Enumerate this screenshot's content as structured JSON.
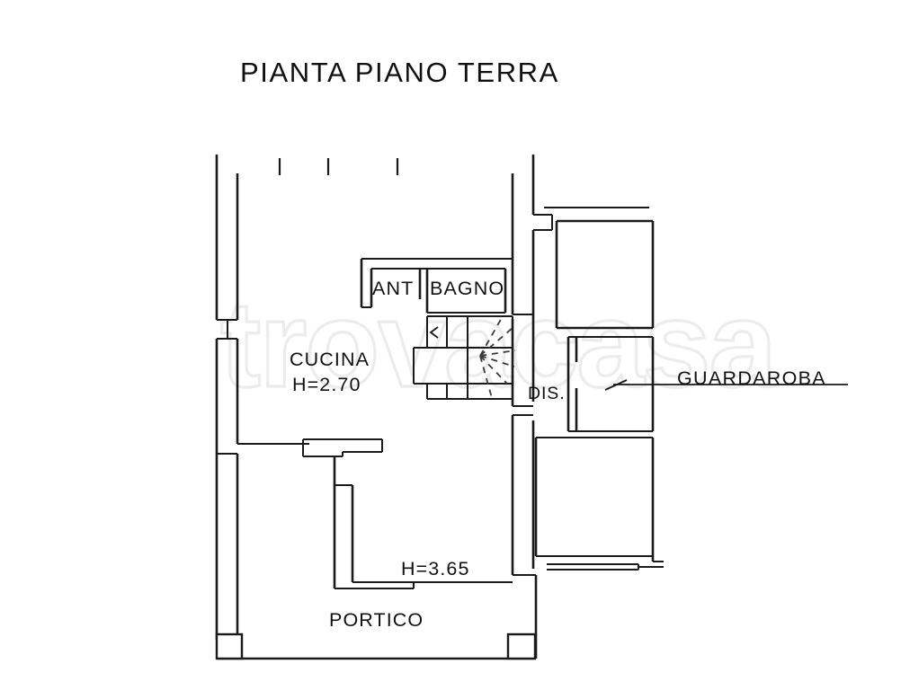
{
  "document": {
    "title": "PIANTA PIANO TERRA",
    "type": "floor-plan",
    "language": "it"
  },
  "watermark": {
    "text": "trovacasa",
    "color": "#ececec"
  },
  "colors": {
    "wall": "#1a1a1a",
    "text": "#111111",
    "background": "#ffffff",
    "watermark": "#ececec"
  },
  "rooms": [
    {
      "id": "cucina",
      "label": "CUCINA",
      "height_note": "H=2.70"
    },
    {
      "id": "ant",
      "label": "ANT",
      "height_note": ""
    },
    {
      "id": "bagno",
      "label": "BAGNO",
      "height_note": ""
    },
    {
      "id": "dis",
      "label": "DIS.",
      "height_note": ""
    },
    {
      "id": "portico",
      "label": "PORTICO",
      "height_note": "H=3.65"
    }
  ],
  "labels": {
    "cucina": "CUCINA",
    "cucina_height": "H=2.70",
    "ant": "ANT",
    "bagno": "BAGNO",
    "dis": "DIS.",
    "guardaroba": "GUARDAROBA",
    "portico": "PORTICO",
    "portico_height": "H=3.65"
  },
  "callouts": [
    {
      "id": "guardaroba",
      "label": "GUARDAROBA",
      "leader": "line-with-arrow-pointing-left"
    }
  ],
  "features": {
    "staircase": {
      "type": "winder-staircase",
      "treads": 6,
      "winder_steps": 6
    },
    "pillars": 2,
    "top_wall_ticks": 3,
    "windows": 4
  }
}
